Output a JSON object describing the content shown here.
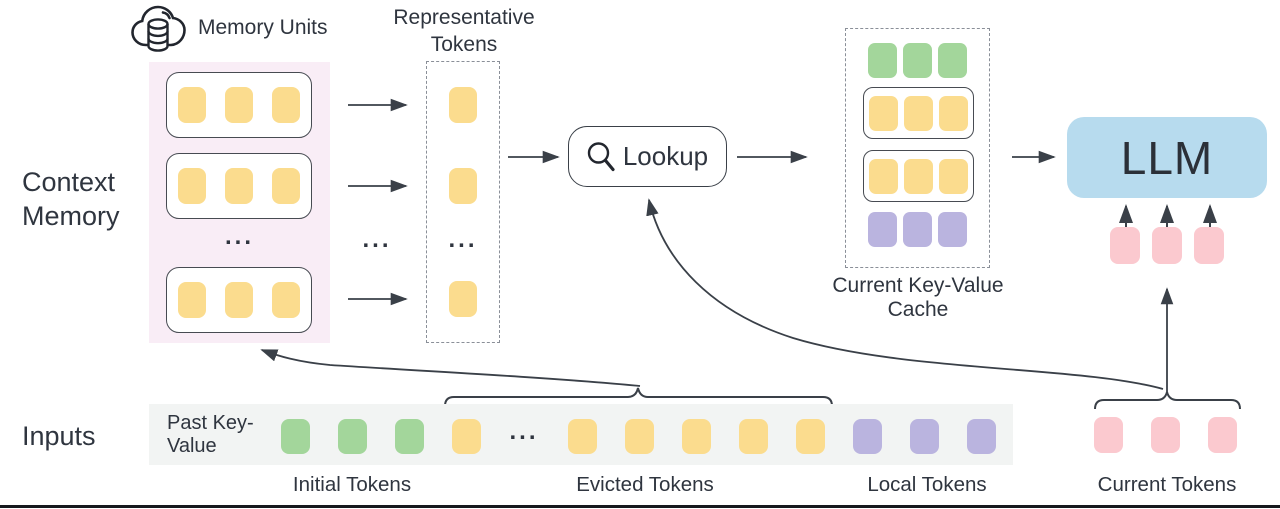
{
  "colors": {
    "text": "#2f353f",
    "line": "#3a4048",
    "token-yellow": "#fbdc8e",
    "token-green": "#a3d69b",
    "token-purple": "#bab4df",
    "token-pink": "#fbc9cf",
    "llm-blue": "#b7dbee",
    "memory-bg": "#f9edf6",
    "inputs-bar-bg": "#f2f4f3"
  },
  "ellipsis": "...",
  "context_memory": {
    "label": "Context Memory",
    "memory_units_label": "Memory Units",
    "units_shown": 3,
    "tokens_per_unit": 3
  },
  "representative": {
    "label": "Representative Tokens",
    "tokens_shown": 3
  },
  "lookup": {
    "label": "Lookup"
  },
  "cache": {
    "label": "Current Key-Value Cache",
    "rows": [
      {
        "color": "green",
        "count": 3,
        "boxed": false
      },
      {
        "color": "yellow",
        "count": 3,
        "boxed": true
      },
      {
        "color": "yellow",
        "count": 3,
        "boxed": true
      },
      {
        "color": "purple",
        "count": 3,
        "boxed": false
      }
    ]
  },
  "llm": {
    "label": "LLM",
    "input_tokens": 3
  },
  "inputs": {
    "label": "Inputs",
    "bar_label": "Past Key-Value",
    "groups": [
      {
        "label": "Initial Tokens",
        "color": "green",
        "count": 3
      },
      {
        "label": "Evicted Tokens",
        "color": "yellow",
        "count": 6
      },
      {
        "label": "Local Tokens",
        "color": "purple",
        "count": 3
      },
      {
        "label": "Current Tokens",
        "color": "pink",
        "count": 3
      }
    ]
  }
}
